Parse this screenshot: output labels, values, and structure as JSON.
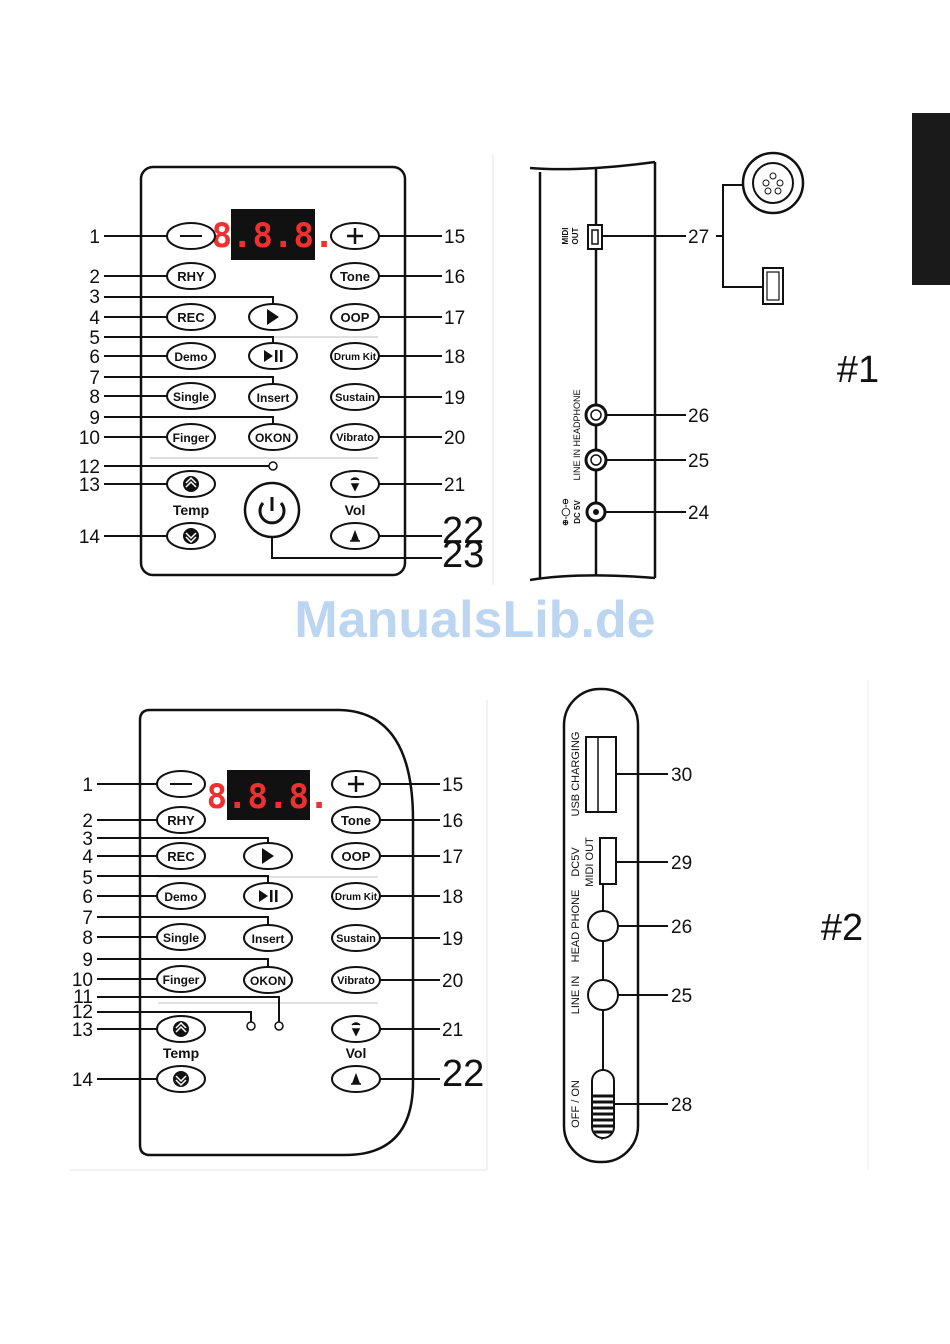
{
  "watermark": "ManualsLib.de",
  "figure1": {
    "tag": "#1",
    "display": "8.8.8.",
    "buttons": {
      "minus": "—",
      "plus": "+",
      "rhy": "RHY",
      "tone": "Tone",
      "rec": "REC",
      "oop": "OOP",
      "demo": "Demo",
      "drumkit": "Drum Kit",
      "single": "Single",
      "insert": "Insert",
      "sustain": "Sustain",
      "finger": "Finger",
      "okon": "OKON",
      "vibrato": "Vibrato"
    },
    "labels": {
      "temp": "Temp",
      "vol": "Vol"
    },
    "callouts": [
      "1",
      "2",
      "3",
      "4",
      "5",
      "6",
      "7",
      "8",
      "9",
      "10",
      "12",
      "13",
      "14",
      "15",
      "16",
      "17",
      "18",
      "19",
      "20",
      "21",
      "22",
      "23"
    ],
    "side": {
      "midi_out": [
        "MIDI",
        "OUT"
      ],
      "headphone": "LINE IN  HEADPHONE",
      "dc": "DC 5V",
      "callouts": [
        "27",
        "26",
        "25",
        "24"
      ]
    }
  },
  "figure2": {
    "tag": "#2",
    "display": "8.8.8.",
    "buttons": {
      "minus": "—",
      "plus": "+",
      "rhy": "RHY",
      "tone": "Tone",
      "rec": "REC",
      "oop": "OOP",
      "demo": "Demo",
      "drumkit": "Drum Kit",
      "single": "Single",
      "insert": "Insert",
      "sustain": "Sustain",
      "finger": "Finger",
      "okon": "OKON",
      "vibrato": "Vibrato"
    },
    "labels": {
      "temp": "Temp",
      "vol": "Vol"
    },
    "callouts": [
      "1",
      "2",
      "3",
      "4",
      "5",
      "6",
      "7",
      "8",
      "9",
      "10",
      "11",
      "12",
      "13",
      "14",
      "15",
      "16",
      "17",
      "18",
      "19",
      "20",
      "21",
      "22"
    ],
    "side": {
      "usb": "USB CHARGING",
      "dc5v": "DC5V",
      "midi_out": "MIDI OUT",
      "headphone": "HEAD PHONE",
      "line_in": "LINE IN",
      "offon": "OFF / ON",
      "callouts": [
        "30",
        "29",
        "26",
        "25",
        "28"
      ]
    }
  }
}
